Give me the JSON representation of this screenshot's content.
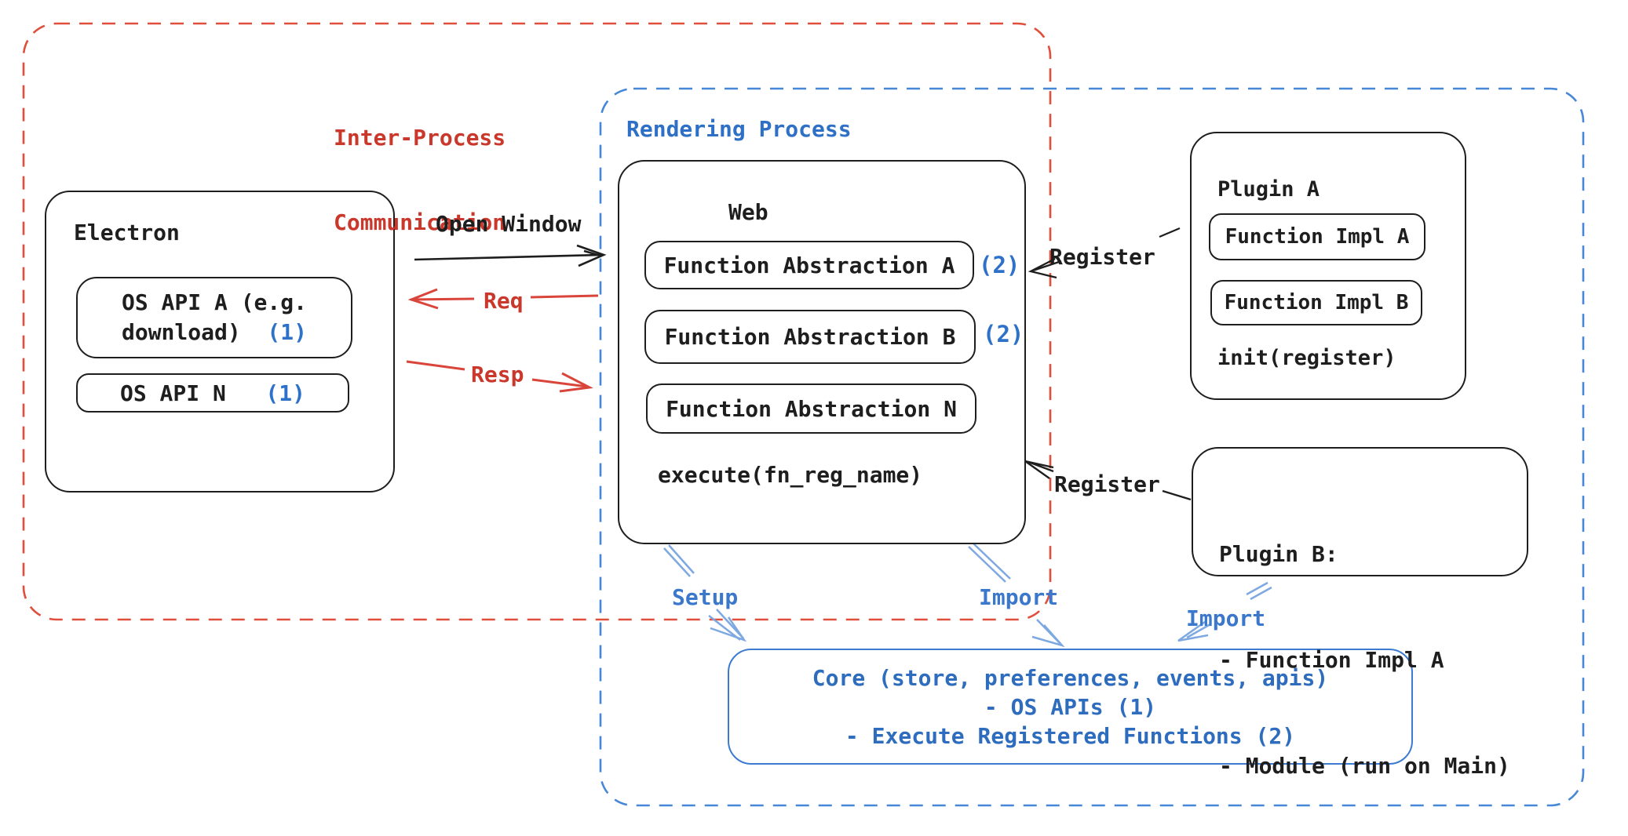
{
  "colors": {
    "ink_black": "#1e1e1e",
    "red_text": "#c9382b",
    "red_arrow": "#d9453a",
    "red_dash_border": "#e04f3c",
    "blue_text": "#2e70c5",
    "blue_dash_border": "#4687d7",
    "blue_core_border": "#3c7bd0",
    "blue_light_arrow": "#7ea8e2",
    "badge_blue": "#2e71c8",
    "background": "#ffffff"
  },
  "ipc_region": {
    "title_line1": "Inter-Process",
    "title_line2": "Communication"
  },
  "rendering_region": {
    "title": "Rendering Process"
  },
  "electron": {
    "title": "Electron",
    "os_api_a_line1": "OS API A (e.g.",
    "os_api_a_line2": "download)",
    "os_api_a_badge": "(1)",
    "os_api_n_label": "OS API N",
    "os_api_n_badge": "(1)"
  },
  "web": {
    "title": "Web",
    "fn_a_label": "Function Abstraction A",
    "fn_a_badge": "(2)",
    "fn_b_label": "Function Abstraction B",
    "fn_b_badge": "(2)",
    "fn_n_label": "Function Abstraction N",
    "execute_label": "execute(fn_reg_name)"
  },
  "plugin_a": {
    "title": "Plugin A",
    "impl_a_label": "Function Impl A",
    "impl_b_label": "Function Impl B",
    "init_label": "init(register)"
  },
  "plugin_b": {
    "title": "Plugin B:",
    "item1": "- Function Impl A",
    "item2": "- Module (run on Main)"
  },
  "core": {
    "line1": "Core (store, preferences, events, apis)",
    "line2": "- OS APIs (1)",
    "line3": "- Execute Registered Functions (2)"
  },
  "arrows": {
    "open_window": "Open Window",
    "req": "Req",
    "resp": "Resp",
    "register_top": "Register",
    "register_bottom": "Register",
    "setup": "Setup",
    "import_web": "Import",
    "import_plugin": "Import"
  }
}
